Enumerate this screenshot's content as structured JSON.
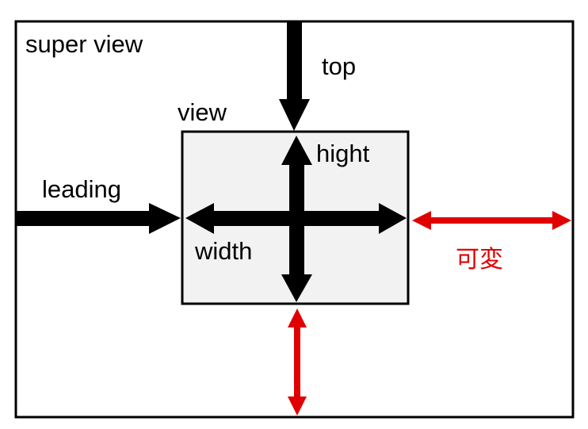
{
  "labels": {
    "super_view": "super view",
    "top": "top",
    "view": "view",
    "hight": "hight",
    "leading": "leading",
    "width": "width",
    "variable": "可変"
  },
  "colors": {
    "outline": "#000000",
    "view_fill": "#f2f2f2",
    "constraint_arrow": "#000000",
    "variable_arrow": "#e00000"
  }
}
